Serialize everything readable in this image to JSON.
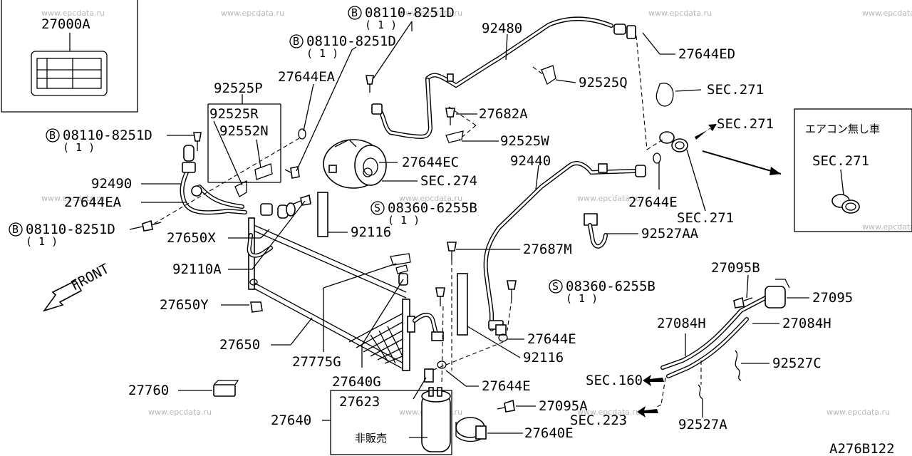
{
  "watermark": "www.epcdata.ru",
  "diagram_id": "A276B122",
  "inset_left": {
    "label": "27000A"
  },
  "inset_right": {
    "title": "エアコン無し車",
    "label": "SEC.271"
  },
  "front_label": "FRONT",
  "not_for_sale": "非販売",
  "labels": {
    "bolt1_code": "08110-8251D",
    "bolt1_qty": "( 1 )",
    "bolt2_code": "08110-8251D",
    "bolt2_qty": "( 1 )",
    "bolt3_code": "08110-8251D",
    "bolt3_qty": "( 1 )",
    "bolt4_code": "08110-8251D",
    "bolt4_qty": "( 1 )",
    "screw1_code": "08360-6255B",
    "screw1_qty": "( 1 )",
    "screw2_code": "08360-6255B",
    "screw2_qty": "( 1 )",
    "p92480": "92480",
    "p27644ED": "27644ED",
    "p92525Q": "92525Q",
    "sec271_a": "SEC.271",
    "sec271_b": "SEC.271",
    "sec271_c": "SEC.271",
    "p92525P": "92525P",
    "p27644EA_top": "27644EA",
    "p92525R": "92525R",
    "p92552N": "92552N",
    "p27682A": "27682A",
    "p92525W": "92525W",
    "p27644EC": "27644EC",
    "sec274": "SEC.274",
    "p92440": "92440",
    "p27644E_1": "27644E",
    "p92490": "92490",
    "p27644EA": "27644EA",
    "p92116_1": "92116",
    "p92527AA": "92527AA",
    "p27650X": "27650X",
    "p27687M": "27687M",
    "p92110A": "92110A",
    "p27650Y": "27650Y",
    "p27095B": "27095B",
    "p27095": "27095",
    "p27084H_1": "27084H",
    "p27084H_2": "27084H",
    "p27644E_2": "27644E",
    "p27650": "27650",
    "p27775G": "27775G",
    "p92116_2": "92116",
    "p92527C": "92527C",
    "p27640G": "27640G",
    "sec160": "SEC.160",
    "p27760": "27760",
    "p27623": "27623",
    "p27644E_3": "27644E",
    "p27640": "27640",
    "p27095A": "27095A",
    "sec223": "SEC.223",
    "p92527A": "92527A",
    "p27640E": "27640E"
  }
}
